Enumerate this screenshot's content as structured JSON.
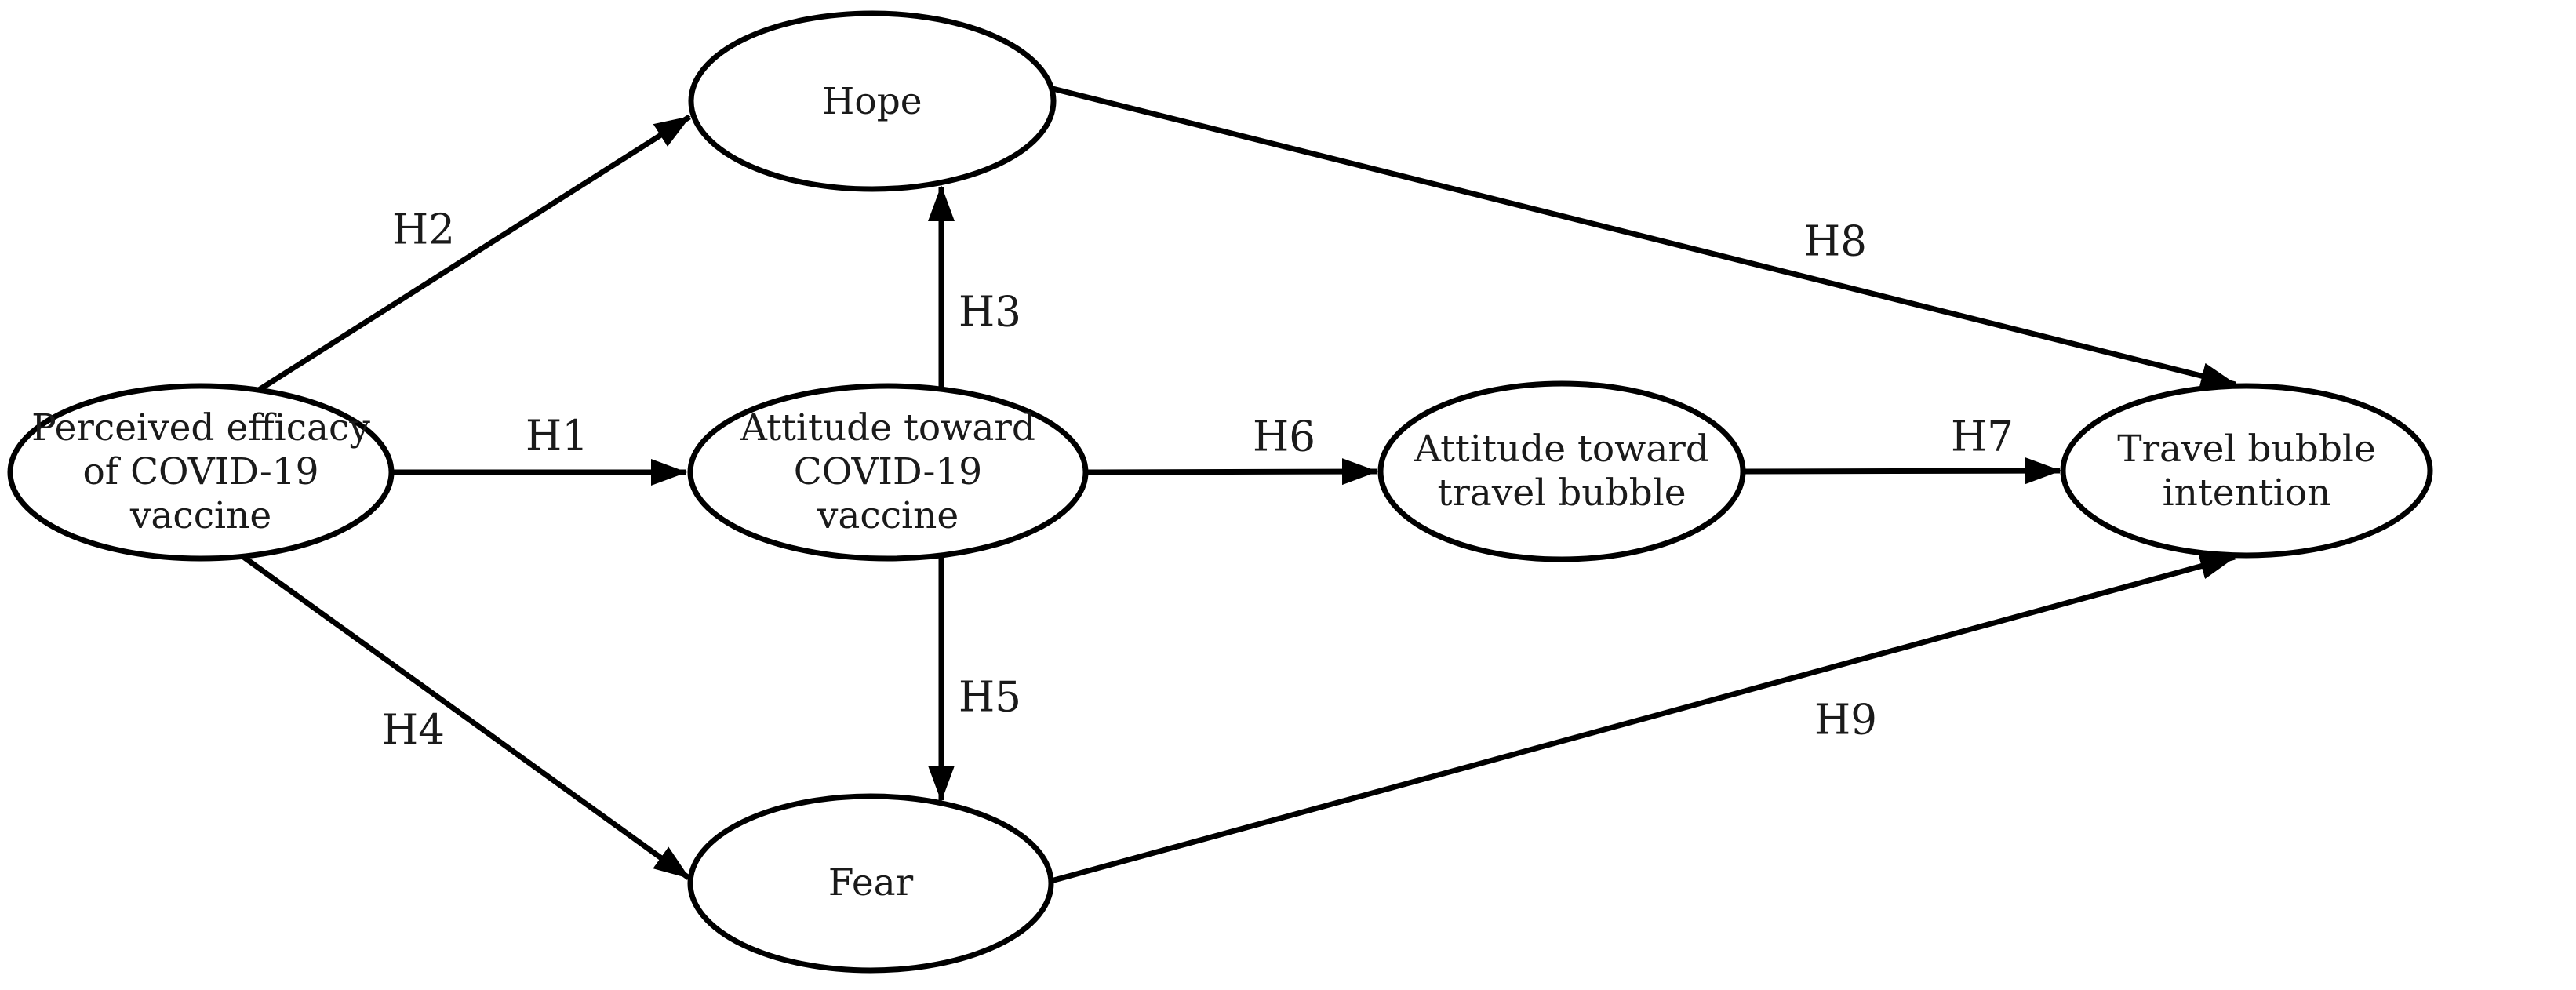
{
  "nodes": {
    "perceived_efficacy": {
      "label": "Perceived efficacy\nof COVID-19\nvaccine"
    },
    "hope": {
      "label": "Hope"
    },
    "attitude_vaccine": {
      "label": "Attitude toward\nCOVID-19\nvaccine"
    },
    "attitude_bubble": {
      "label": "Attitude toward\ntravel bubble"
    },
    "travel_intention": {
      "label": "Travel bubble\nintention"
    },
    "fear": {
      "label": "Fear"
    }
  },
  "edges": [
    {
      "label": "H1",
      "from": "Perceived efficacy of COVID-19 vaccine",
      "to": "Attitude toward COVID-19 vaccine"
    },
    {
      "label": "H2",
      "from": "Perceived efficacy of COVID-19 vaccine",
      "to": "Hope"
    },
    {
      "label": "H3",
      "from": "Attitude toward COVID-19 vaccine",
      "to": "Hope"
    },
    {
      "label": "H4",
      "from": "Perceived efficacy of COVID-19 vaccine",
      "to": "Fear"
    },
    {
      "label": "H5",
      "from": "Attitude toward COVID-19 vaccine",
      "to": "Fear"
    },
    {
      "label": "H6",
      "from": "Attitude toward COVID-19 vaccine",
      "to": "Attitude toward travel bubble"
    },
    {
      "label": "H7",
      "from": "Attitude toward travel bubble",
      "to": "Travel bubble intention"
    },
    {
      "label": "H8",
      "from": "Hope",
      "to": "Travel bubble intention"
    },
    {
      "label": "H9",
      "from": "Fear",
      "to": "Travel bubble intention"
    }
  ],
  "colors": {
    "stroke": "#000000",
    "background": "#ffffff",
    "text": "#1a1a1a"
  }
}
